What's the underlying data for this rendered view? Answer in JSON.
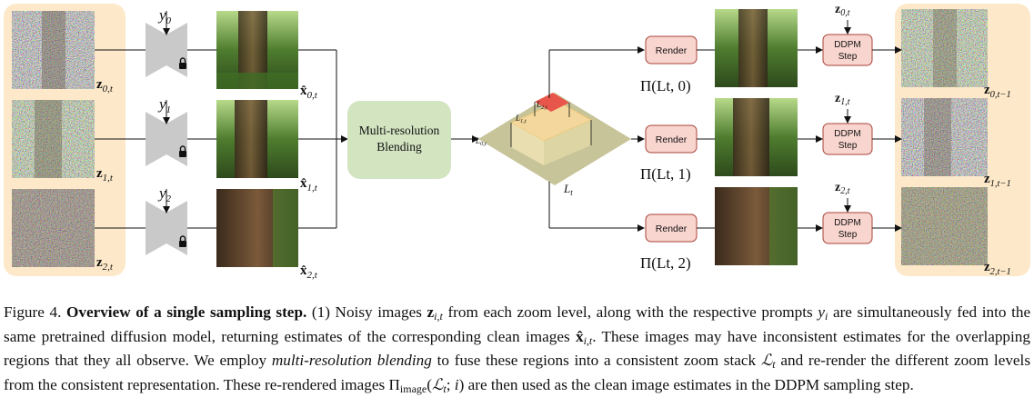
{
  "diagram": {
    "prompts": [
      "y0",
      "y1",
      "y2"
    ],
    "noisy_inputs": [
      "z0,t",
      "z1,t",
      "z2,t"
    ],
    "estimates": [
      "x̂0,t",
      "x̂1,t",
      "x̂2,t"
    ],
    "blending_box": "Multi-resolution Blending",
    "blending_line1": "Multi-resolution",
    "blending_line2": "Blending",
    "stack_layers": [
      "L2,t",
      "L1,t",
      "L0,t"
    ],
    "stack_label": "Lt",
    "render_label": "Render",
    "render_outputs": [
      "Π(Lt, 0)",
      "Π(Lt, 1)",
      "Π(Lt, 2)"
    ],
    "ddpm_line1": "DDPM",
    "ddpm_line2": "Step",
    "ddpm_inputs": [
      "z0,t",
      "z1,t",
      "z2,t"
    ],
    "outputs": [
      "z0,t−1",
      "z1,t−1",
      "z2,t−1"
    ],
    "colors": {
      "panel": "#fde9c9",
      "blending": "#d3e4c1",
      "render": "#f8d5cf",
      "render_border": "#a8433a",
      "stack_outer": "#c7c49a",
      "stack_mid": "#f3d79c",
      "stack_top": "#e8564b",
      "lock": "#111111",
      "net": "#c9c9c9"
    }
  },
  "caption": {
    "figure_label": "Figure 4.",
    "bold_title": "Overview of a single sampling step.",
    "part1": "(1) Noisy images",
    "part2": "from each zoom level, along with the respective prompts",
    "part3": "are simultaneously fed into the same pretrained diffusion model, returning estimates of the corresponding clean images",
    "part4": ". These images may have inconsistent estimates for the overlapping regions that they all observe. We employ",
    "emph": "multi-resolution blending",
    "part5": "to fuse these regions into a consistent zoom stack",
    "part6": "and re-render the different zoom levels from the consistent representation. These re-rendered images",
    "part7": "are then used as the clean image estimates in the DDPM sampling step."
  }
}
